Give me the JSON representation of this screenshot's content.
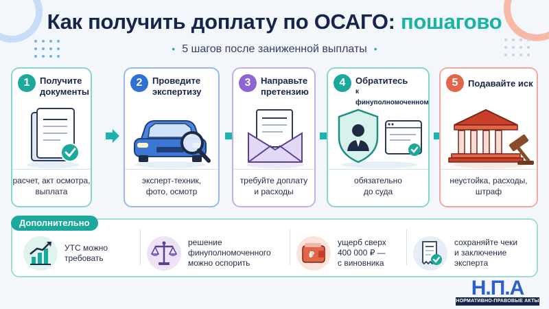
{
  "header": {
    "title_main": "Как получить доплату по ОСАГО:",
    "title_accent": "пошагово",
    "subtitle": "5 шагов после заниженной выплаты",
    "bullet": "•"
  },
  "colors": {
    "step1": "#1aa99a",
    "step2": "#2f6fd6",
    "step3": "#8e63d3",
    "step4": "#1aa99a",
    "step5": "#e26548",
    "arrow": "#17b5ae",
    "accent": "#19b3a4"
  },
  "steps": [
    {
      "number": "1",
      "title": "Получите документы",
      "desc_line1": "расчет, акт осмотра,",
      "desc_line2": "выплата",
      "icon": "documents-check-icon"
    },
    {
      "number": "2",
      "title": "Проведите экспертизу",
      "desc_line1": "эксперт-техник,",
      "desc_line2": "фото, осмотр",
      "icon": "car-magnifier-icon"
    },
    {
      "number": "3",
      "title": "Направьте претензию",
      "desc_line1": "требуйте доплату",
      "desc_line2": "и расходы",
      "icon": "envelope-letter-icon"
    },
    {
      "number": "4",
      "title": "Обратитесь",
      "title_small": "к финуполномоченному",
      "desc_line1": "обязательно",
      "desc_line2": "до суда",
      "icon": "shield-person-icon"
    },
    {
      "number": "5",
      "title": "Подавайте иск",
      "desc_line1": "неустойка, расходы,",
      "desc_line2": "штраф",
      "icon": "courthouse-gavel-icon"
    }
  ],
  "extra": {
    "label": "Дополнительно",
    "items": [
      {
        "line1": "УТС можно",
        "line2": "требовать",
        "icon": "growth-chart-icon"
      },
      {
        "line1": "решение",
        "line2": "финуполномоченного",
        "line3": "можно оспорить",
        "icon": "scales-icon"
      },
      {
        "line1": "ущерб сверх",
        "line2": "400 000 ₽ —",
        "line3": "с виновника",
        "icon": "wallet-ruble-icon"
      },
      {
        "line1": "сохраняйте чеки",
        "line2": "и заключение",
        "line3": "эксперта",
        "icon": "receipt-check-icon"
      }
    ]
  },
  "logo": {
    "letters": "Н.П.А",
    "caption": "НОРМАТИВНО-ПРАВОВЫЕ АКТЫ"
  }
}
